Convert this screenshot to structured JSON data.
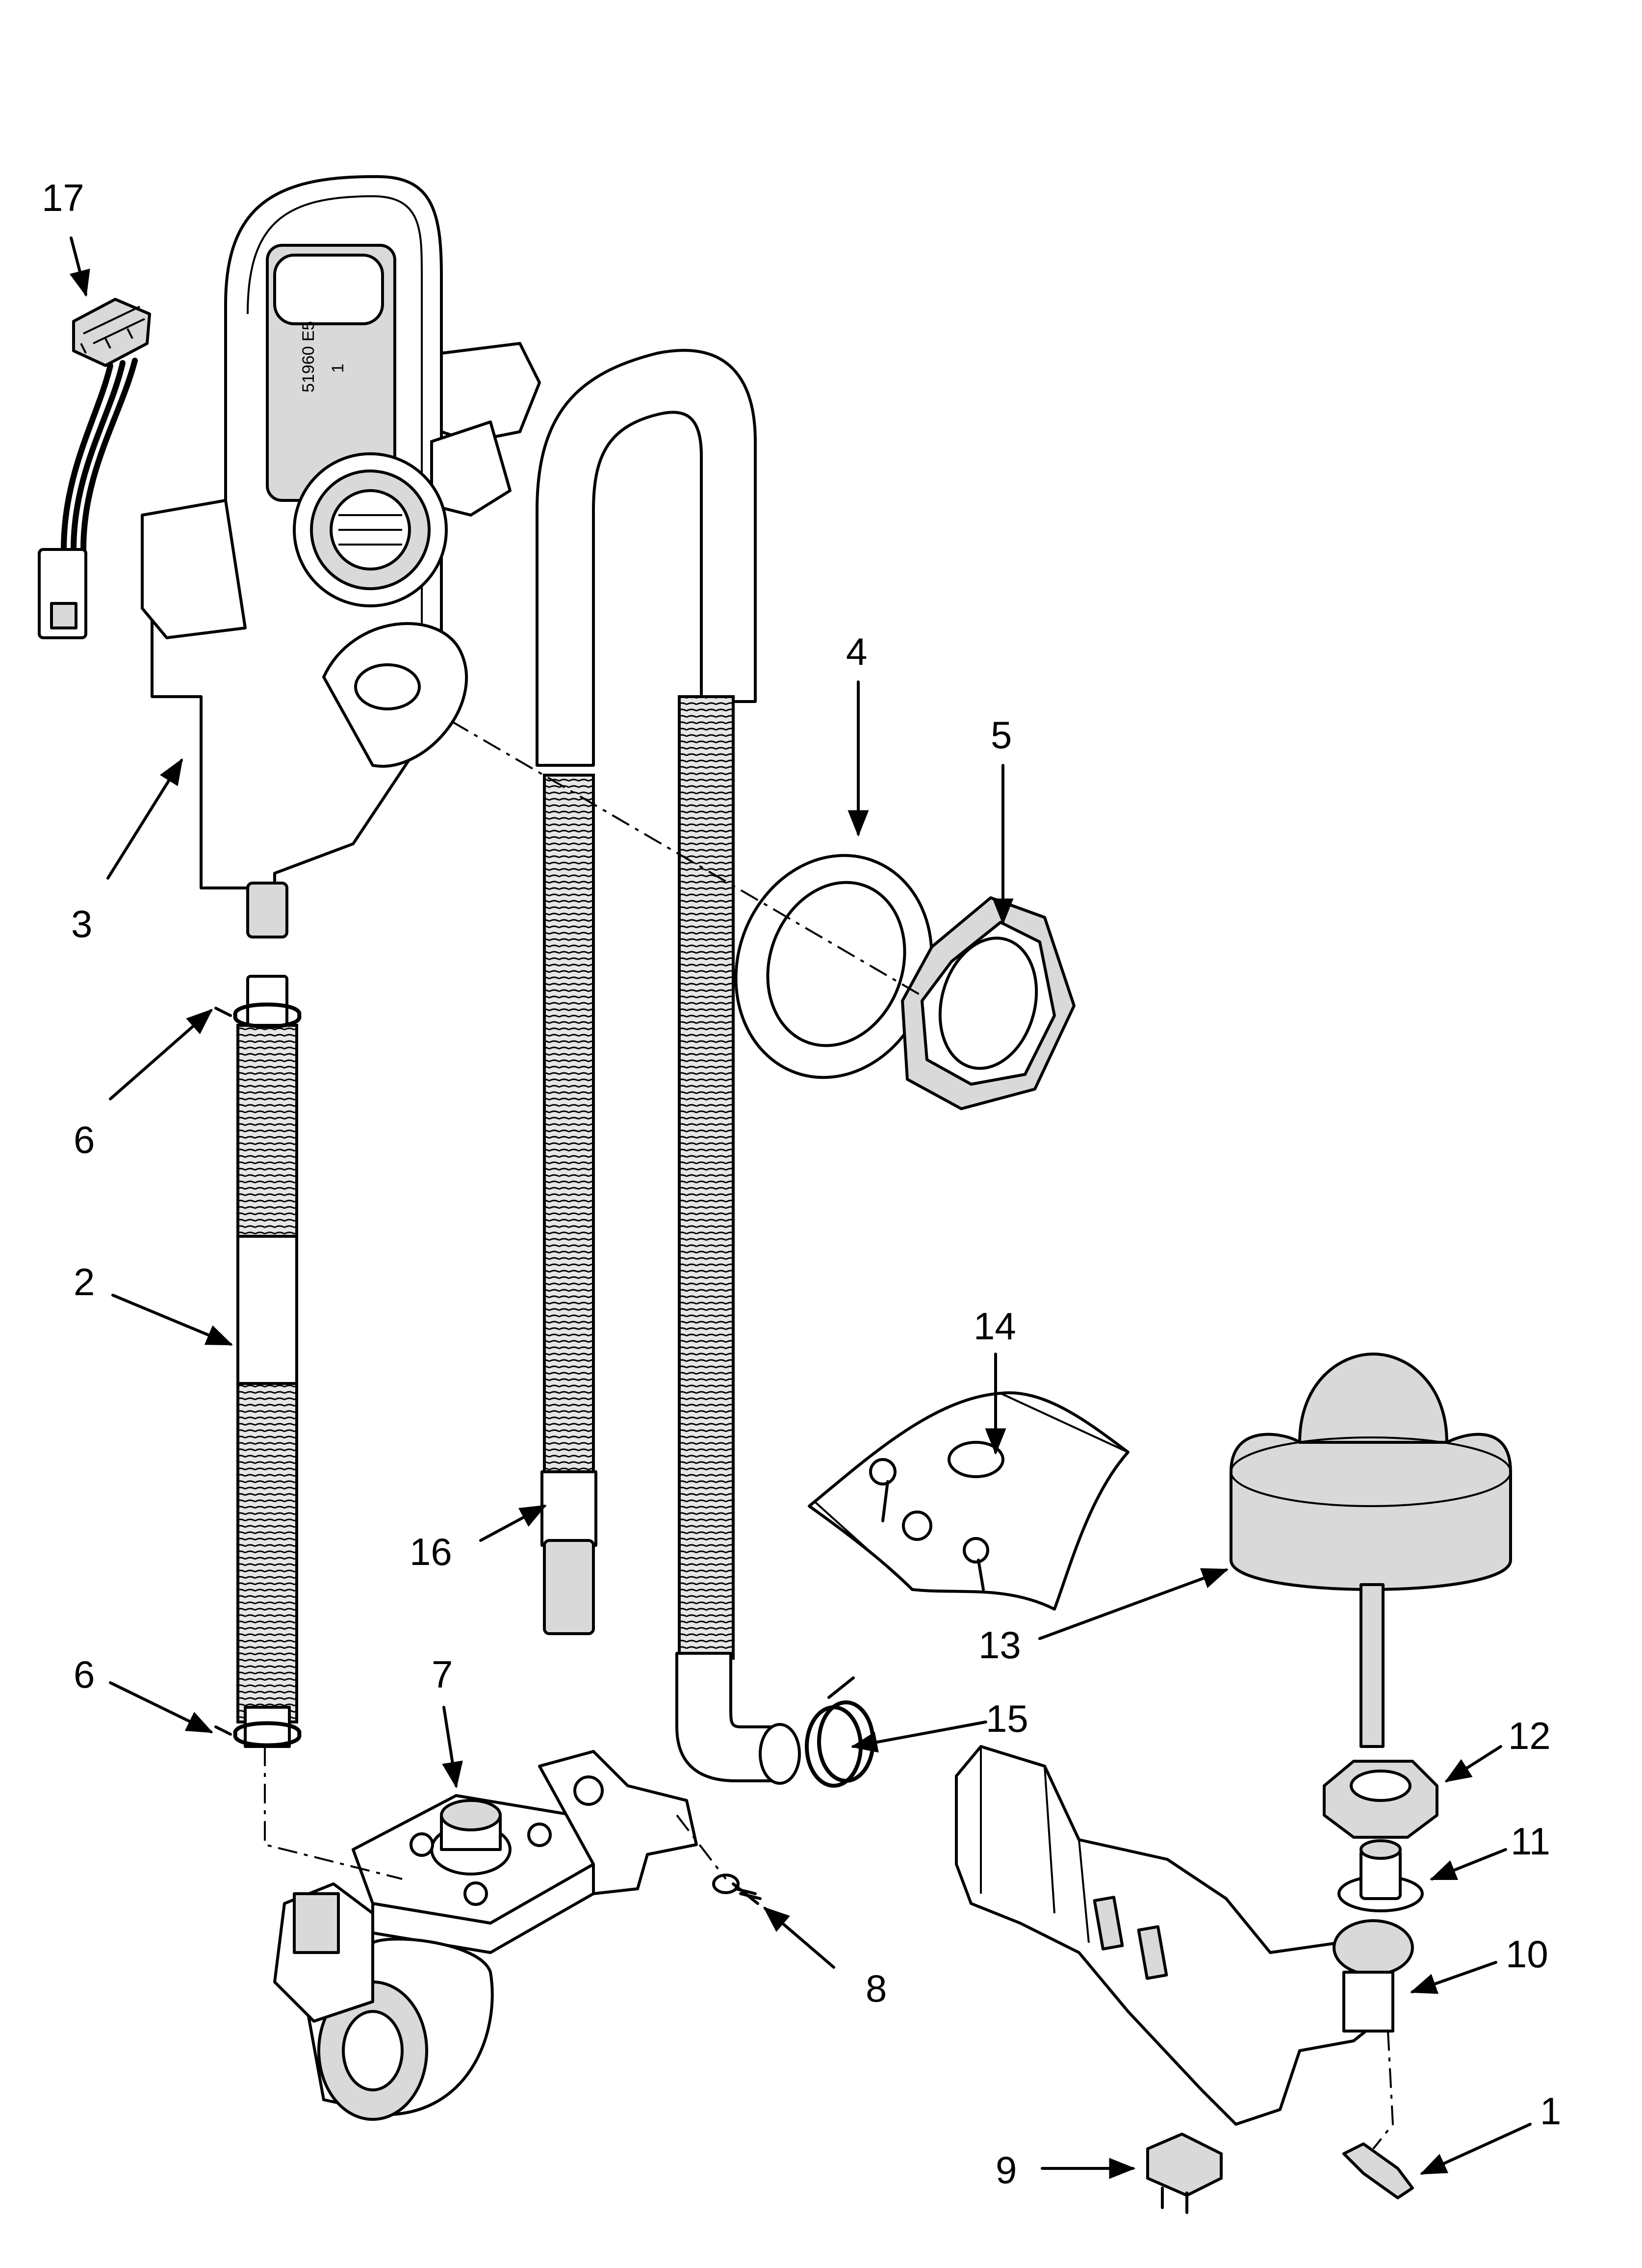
{
  "diagram": {
    "part_stamp_line1": "51960 E5",
    "part_stamp_line2": "1",
    "callouts": [
      {
        "id": "1",
        "text": "1"
      },
      {
        "id": "2",
        "text": "2"
      },
      {
        "id": "3",
        "text": "3"
      },
      {
        "id": "4",
        "text": "4"
      },
      {
        "id": "5",
        "text": "5"
      },
      {
        "id": "6a",
        "text": "6"
      },
      {
        "id": "6b",
        "text": "6"
      },
      {
        "id": "7",
        "text": "7"
      },
      {
        "id": "8",
        "text": "8"
      },
      {
        "id": "9",
        "text": "9"
      },
      {
        "id": "10",
        "text": "10"
      },
      {
        "id": "11",
        "text": "11"
      },
      {
        "id": "12",
        "text": "12"
      },
      {
        "id": "13",
        "text": "13"
      },
      {
        "id": "14",
        "text": "14"
      },
      {
        "id": "15",
        "text": "15"
      },
      {
        "id": "16",
        "text": "16"
      },
      {
        "id": "17",
        "text": "17"
      }
    ],
    "colors": {
      "line": "#000000",
      "fill": "#ffffff",
      "shade": "#d9d9d9",
      "dark_shade": "#8c8c8c"
    }
  }
}
